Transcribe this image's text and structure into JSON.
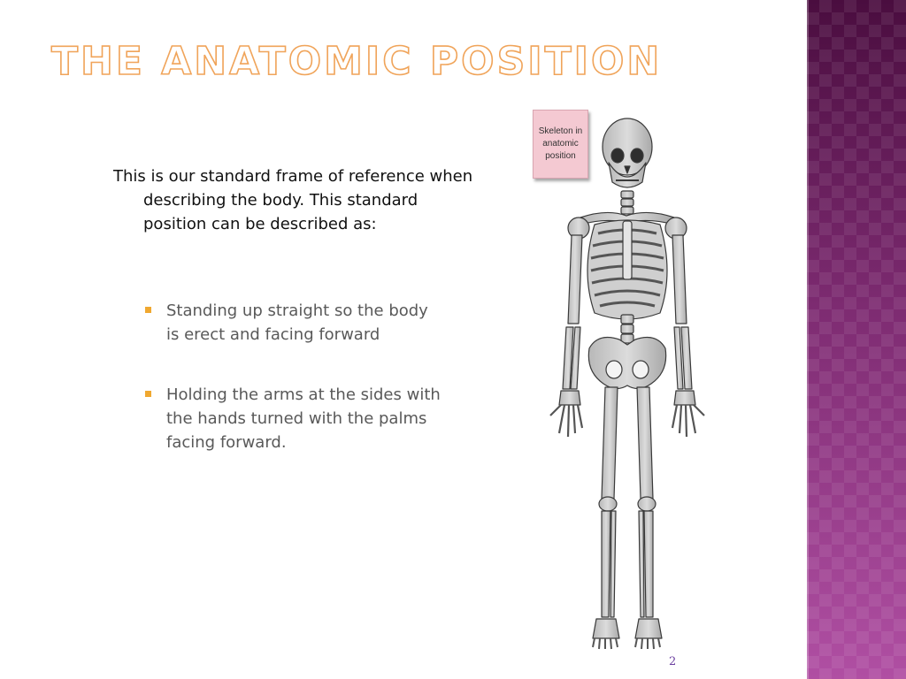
{
  "slide": {
    "title": "The Anatomic Position",
    "intro": "This is our standard frame of reference when describing the body.  This standard position can be described as:",
    "bullets": [
      {
        "text": "Standing up straight so the body is erect and facing forward"
      },
      {
        "text": "Holding the arms at the sides with the hands turned with the palms facing forward."
      }
    ],
    "figure": {
      "caption": "Skeleton in\nanatomic\nposition"
    },
    "page_number": "2"
  },
  "colors": {
    "title_outline": "#f0a45a",
    "bullet_marker": "#f0a830",
    "side_band": "#7e2a73",
    "caption_fill": "#f4c9d2",
    "page_number": "#6b3fa0"
  }
}
